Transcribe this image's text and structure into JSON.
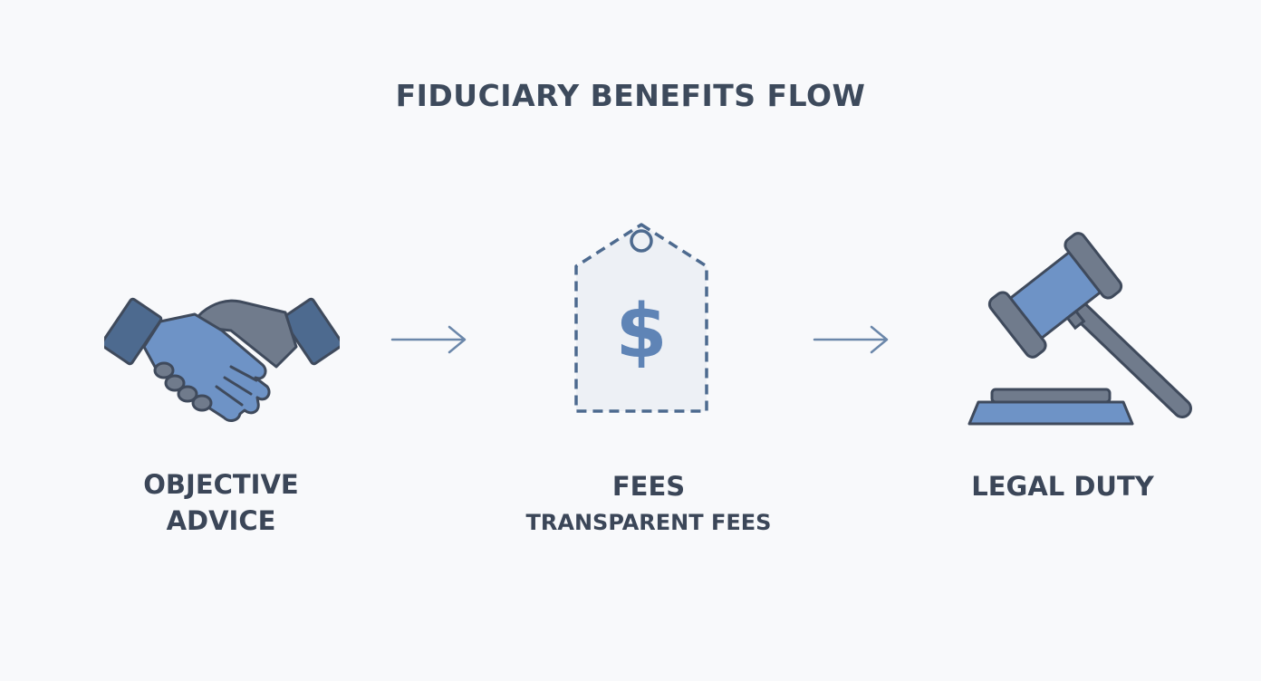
{
  "title": "FIDUCIARY BENEFITS FLOW",
  "steps": [
    {
      "icon": "handshake-icon",
      "label_lines": [
        "OBJECTIVE",
        "ADVICE"
      ]
    },
    {
      "icon": "price-tag-icon",
      "tag_symbol": "$",
      "label_lines": [
        "FEES",
        "TRANSPARENT FEES"
      ]
    },
    {
      "icon": "gavel-icon",
      "label_lines": [
        "LEGAL DUTY"
      ]
    }
  ],
  "colors": {
    "title": "#3d4a5c",
    "icon_blue": "#6e93c6",
    "icon_dark": "#4d6a8f",
    "icon_gray": "#707b8c",
    "outline": "#3f4a5c",
    "arrow": "#6b87aa"
  }
}
